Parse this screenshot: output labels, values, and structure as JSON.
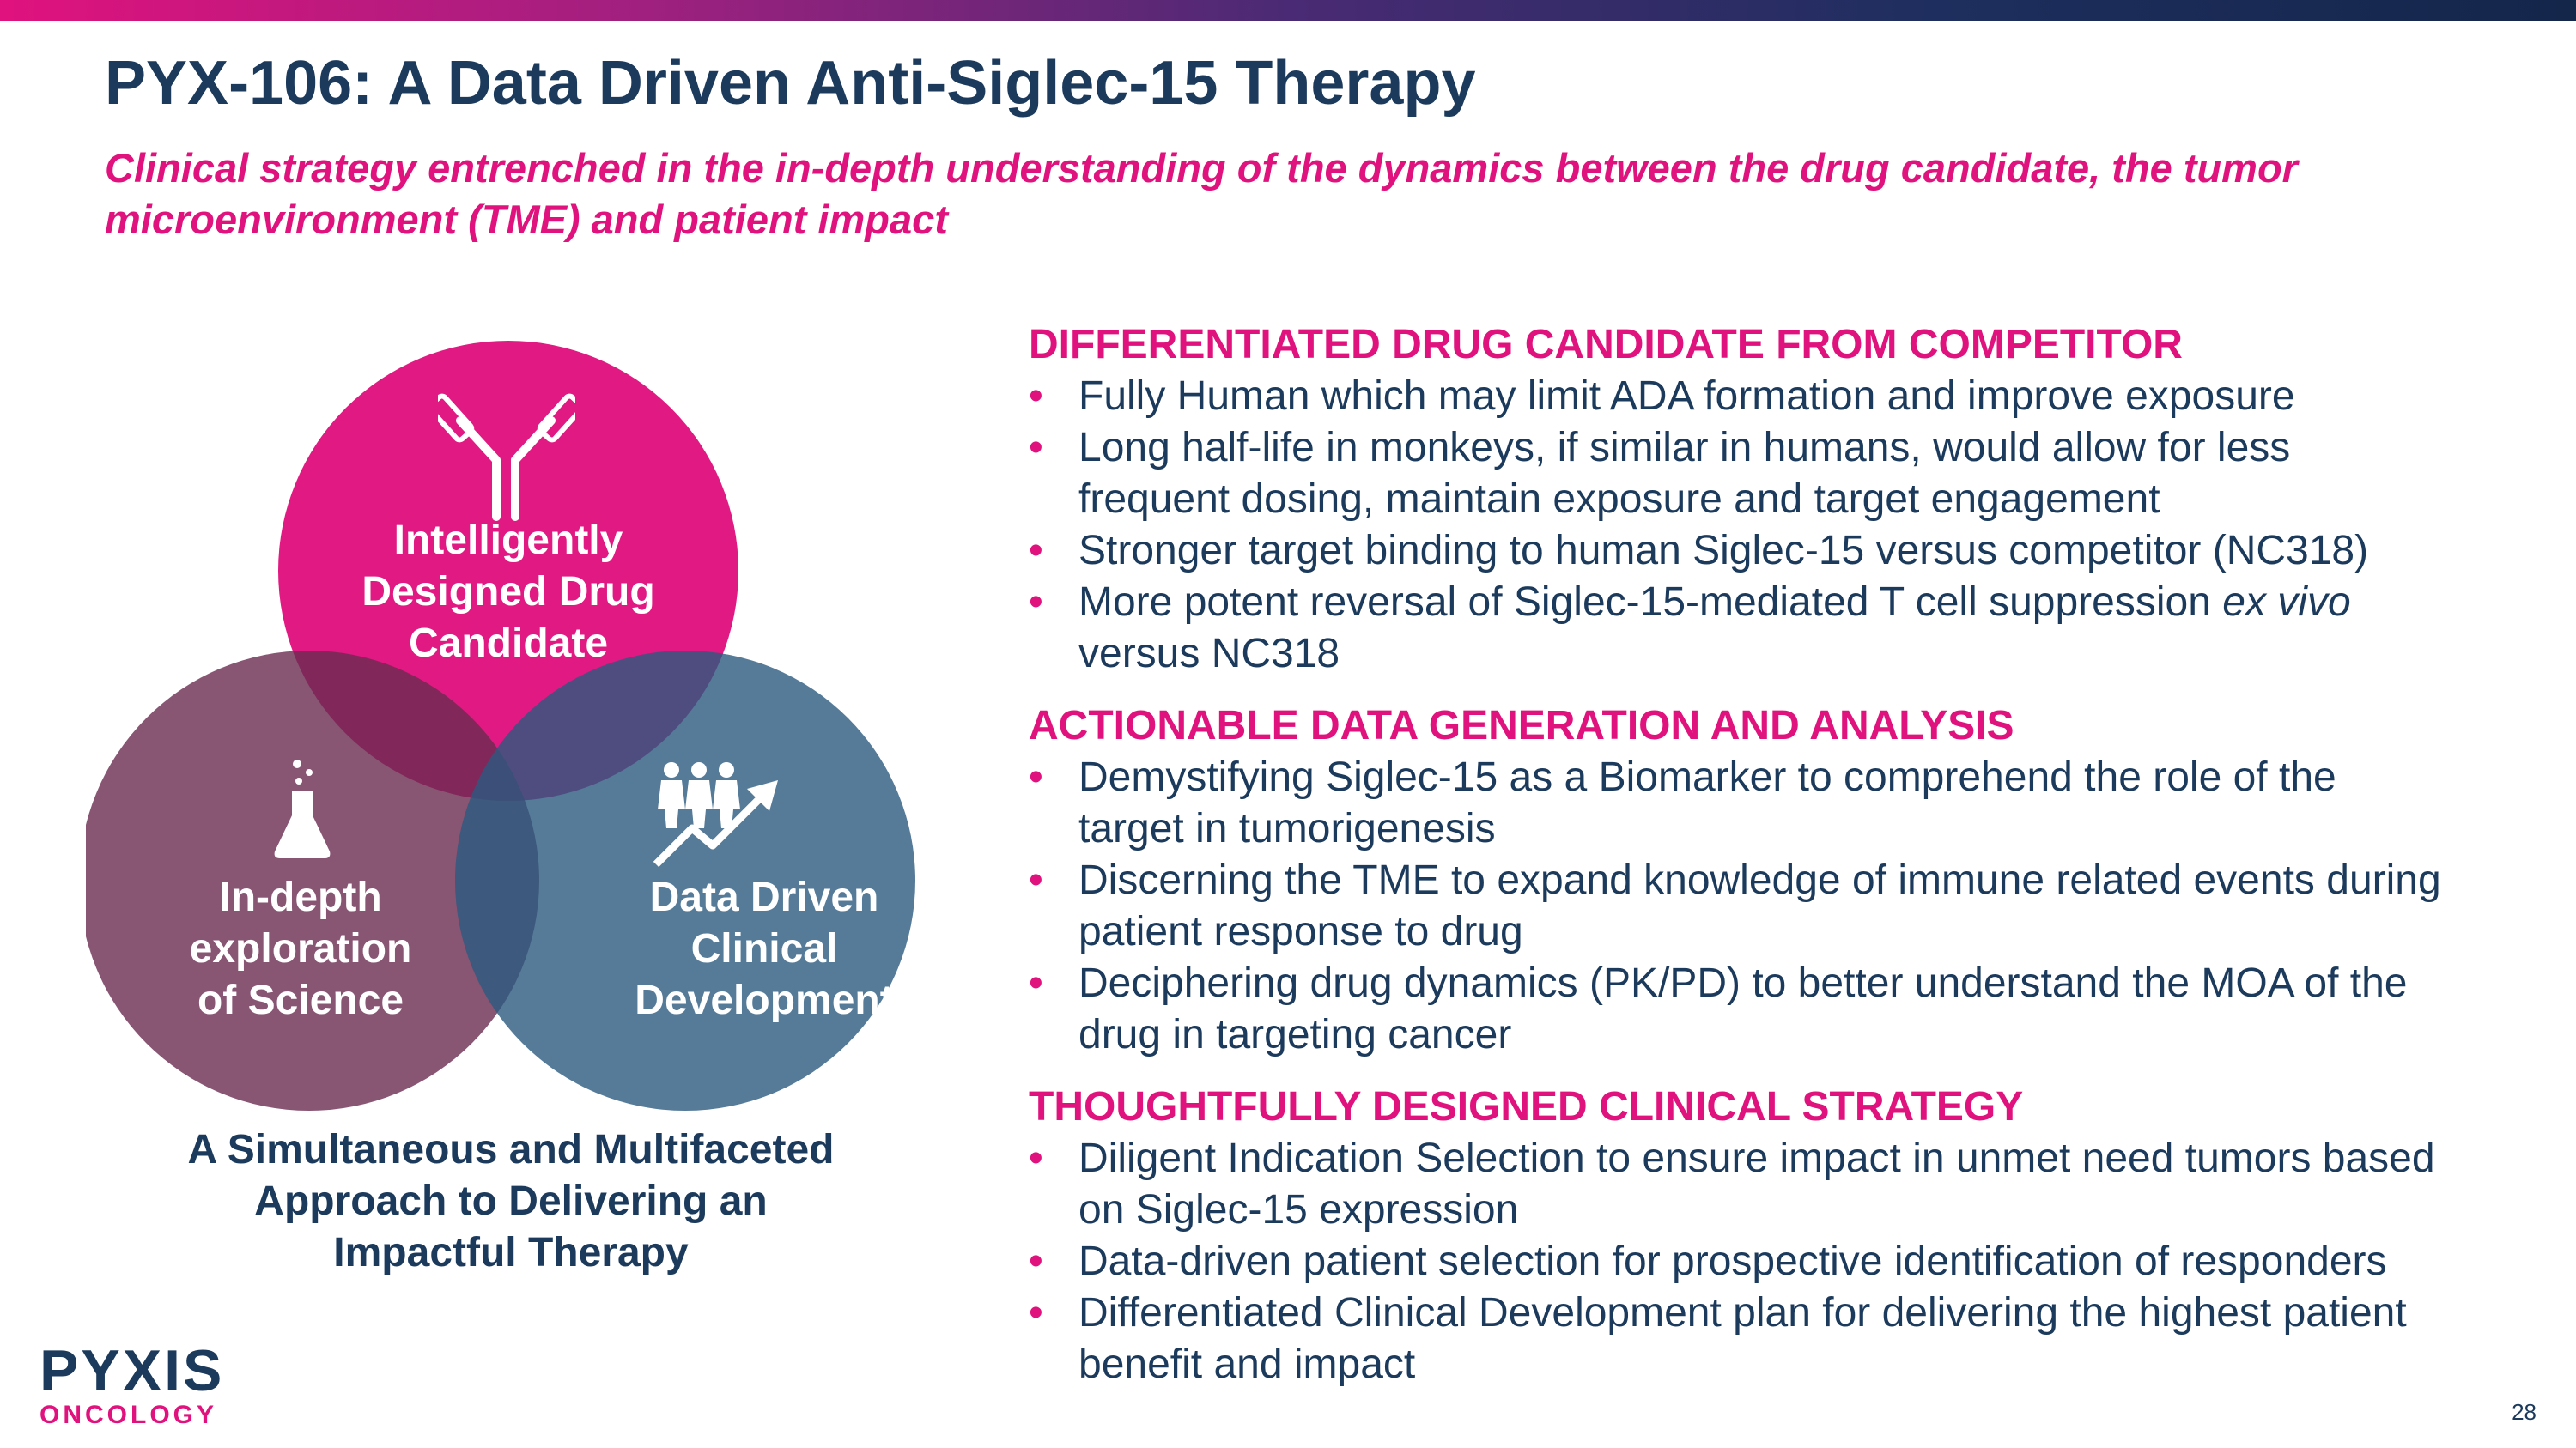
{
  "slide": {
    "title": "PYX-106: A Data Driven Anti-Siglec-15 Therapy",
    "subtitle": "Clinical strategy entrenched in the in-depth understanding of the dynamics between the drug candidate, the tumor microenvironment (TME) and patient impact",
    "page_number": "28"
  },
  "venn": {
    "top": {
      "lines": [
        "Intelligently",
        "Designed Drug",
        "Candidate"
      ],
      "color": "#e0127e",
      "icon": "antibody-icon"
    },
    "left": {
      "lines": [
        "In-depth",
        "exploration",
        "of Science"
      ],
      "color": "#7e4262",
      "icon": "flask-icon"
    },
    "right": {
      "lines": [
        "Data Driven",
        "Clinical",
        "Development"
      ],
      "color": "#3a6a8e",
      "icon": "people-growth-icon"
    },
    "caption": [
      "A Simultaneous and Multifaceted",
      "Approach to Delivering an",
      "Impactful Therapy"
    ]
  },
  "sections": [
    {
      "heading": "DIFFERENTIATED DRUG CANDIDATE FROM COMPETITOR",
      "bullets": [
        {
          "lines": [
            "Fully Human which may limit ADA formation and improve exposure"
          ]
        },
        {
          "lines": [
            "Long half-life in monkeys, if similar in humans, would allow for less",
            "frequent dosing, maintain exposure and target engagement"
          ]
        },
        {
          "lines": [
            "Stronger target binding to human Siglec-15 versus competitor (NC318)"
          ]
        },
        {
          "lines": [
            "More potent reversal of Siglec-15-mediated T cell suppression",
            "versus NC318"
          ],
          "italic_suffix": "ex vivo"
        }
      ]
    },
    {
      "heading": "ACTIONABLE DATA GENERATION AND ANALYSIS",
      "bullets": [
        {
          "lines": [
            "Demystifying Siglec-15 as a Biomarker to comprehend the role of the",
            "target in tumorigenesis"
          ]
        },
        {
          "lines": [
            "Discerning the TME to expand knowledge of immune related events during",
            "patient response to drug"
          ]
        },
        {
          "lines": [
            "Deciphering drug dynamics (PK/PD) to better understand the MOA of the",
            "drug in targeting cancer"
          ]
        }
      ]
    },
    {
      "heading": "THOUGHTFULLY DESIGNED CLINICAL STRATEGY",
      "bullets": [
        {
          "lines": [
            "Diligent Indication Selection to ensure impact in unmet need tumors based",
            "on Siglec-15 expression"
          ]
        },
        {
          "lines": [
            "Data-driven patient selection for prospective identification of responders"
          ]
        },
        {
          "lines": [
            "Differentiated Clinical Development plan for delivering the highest patient",
            "benefit and impact"
          ]
        }
      ]
    }
  ],
  "logo": {
    "word": "PYXIS",
    "sub": "ONCOLOGY"
  },
  "colors": {
    "accent": "#e0127e",
    "navy": "#1b3a5c"
  }
}
